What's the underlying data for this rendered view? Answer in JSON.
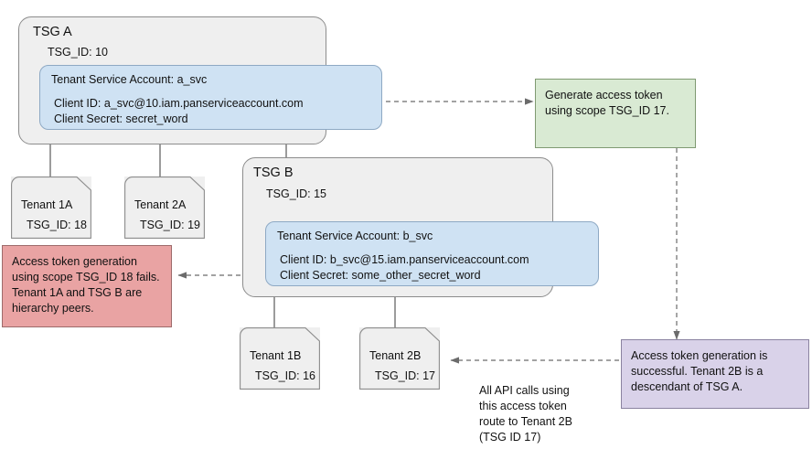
{
  "diagram": {
    "title": "TSG hierarchy and access token scope diagram",
    "colors": {
      "group_fill": "#efefef",
      "group_stroke": "#8c8c8c",
      "service_account_fill": "#cfe2f3",
      "service_account_stroke": "#8ea9c4",
      "note_green_fill": "#d9ead3",
      "note_pink_fill": "#e9a3a3",
      "note_purple_fill": "#d9d2e9",
      "connector": "#6b6b6b",
      "background": "#ffffff"
    }
  },
  "groups": {
    "tsg_a": {
      "title": "TSG A",
      "tsg_id": "TSG_ID: 10",
      "service_account": {
        "account": "Tenant Service Account: a_svc",
        "client_id": "Client ID: a_svc@10.iam.panserviceaccount.com",
        "client_secret": "Client Secret: secret_word"
      }
    },
    "tsg_b": {
      "title": "TSG B",
      "tsg_id": "TSG_ID: 15",
      "service_account": {
        "account": "Tenant Service Account: b_svc",
        "client_id": "Client ID: b_svc@15.iam.panserviceaccount.com",
        "client_secret": "Client Secret: some_other_secret_word"
      }
    }
  },
  "tenants": [
    {
      "name": "Tenant 1A",
      "tsg_id": "TSG_ID: 18"
    },
    {
      "name": "Tenant 2A",
      "tsg_id": "TSG_ID: 19"
    },
    {
      "name": "Tenant 1B",
      "tsg_id": "TSG_ID: 16"
    },
    {
      "name": "Tenant 2B",
      "tsg_id": "TSG_ID: 17"
    }
  ],
  "notes": {
    "generate": "Generate access token using scope TSG_ID 17.",
    "failure": "Access token generation using scope TSG_ID 18 fails. Tenant 1A and TSG B are hierarchy peers.",
    "success": "Access token generation is successful. Tenant 2B is a descendant of TSG A."
  },
  "caption": {
    "routing": "All API calls using\nthis access token\nroute to Tenant 2B\n(TSG ID 17)"
  }
}
